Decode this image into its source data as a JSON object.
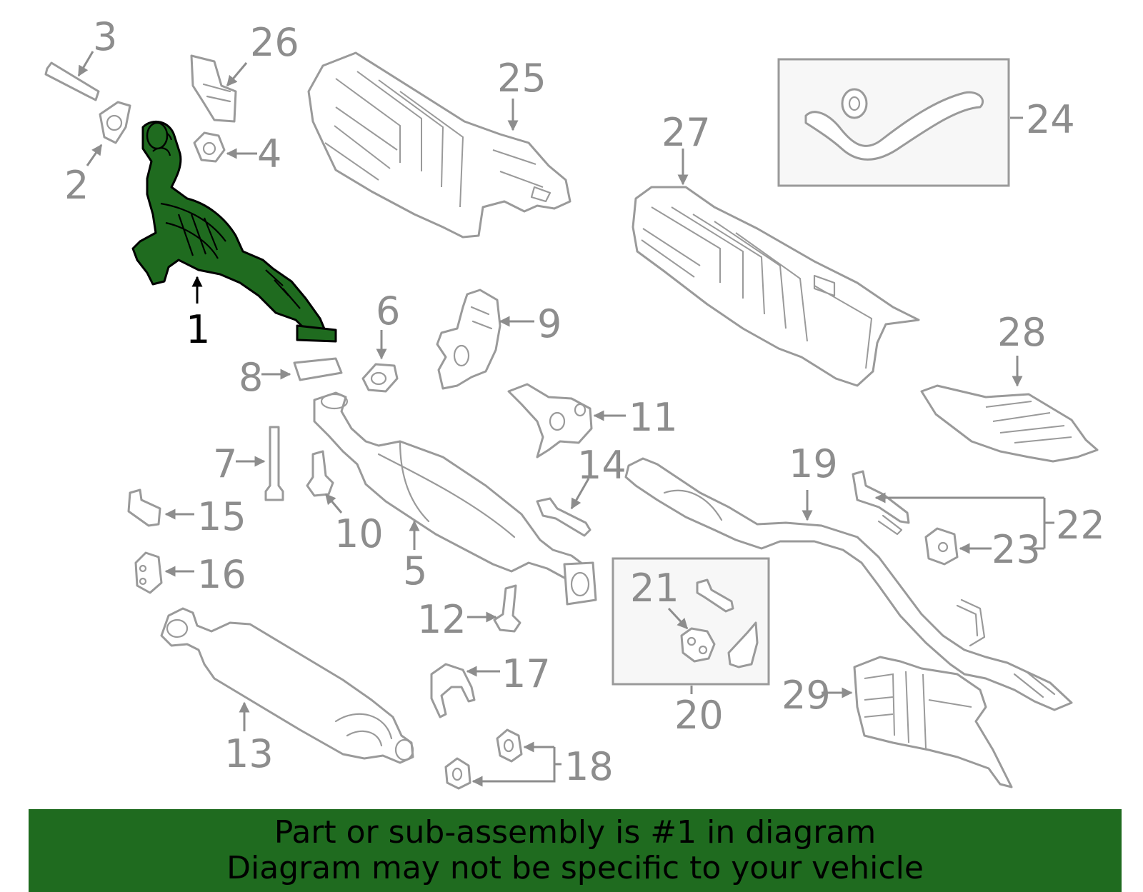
{
  "colors": {
    "highlight": "#1f6b1f",
    "line_art": "#9a9a9a",
    "callout_text": "#8d8d8d",
    "banner_background": "#1f6b1f"
  },
  "callouts": {
    "c1": "1",
    "c2": "2",
    "c3": "3",
    "c4": "4",
    "c5": "5",
    "c6": "6",
    "c7": "7",
    "c8": "8",
    "c9": "9",
    "c10": "10",
    "c11": "11",
    "c12": "12",
    "c13": "13",
    "c14": "14",
    "c15": "15",
    "c16": "16",
    "c17": "17",
    "c18": "18",
    "c19": "19",
    "c20": "20",
    "c21": "21",
    "c22": "22",
    "c23": "23",
    "c24": "24",
    "c25": "25",
    "c26": "26",
    "c27": "27",
    "c28": "28",
    "c29": "29"
  },
  "highlighted_part": "1",
  "banner": {
    "line1": "Part or sub-assembly is #1 in diagram",
    "line2": "Diagram may not be specific to your vehicle"
  }
}
